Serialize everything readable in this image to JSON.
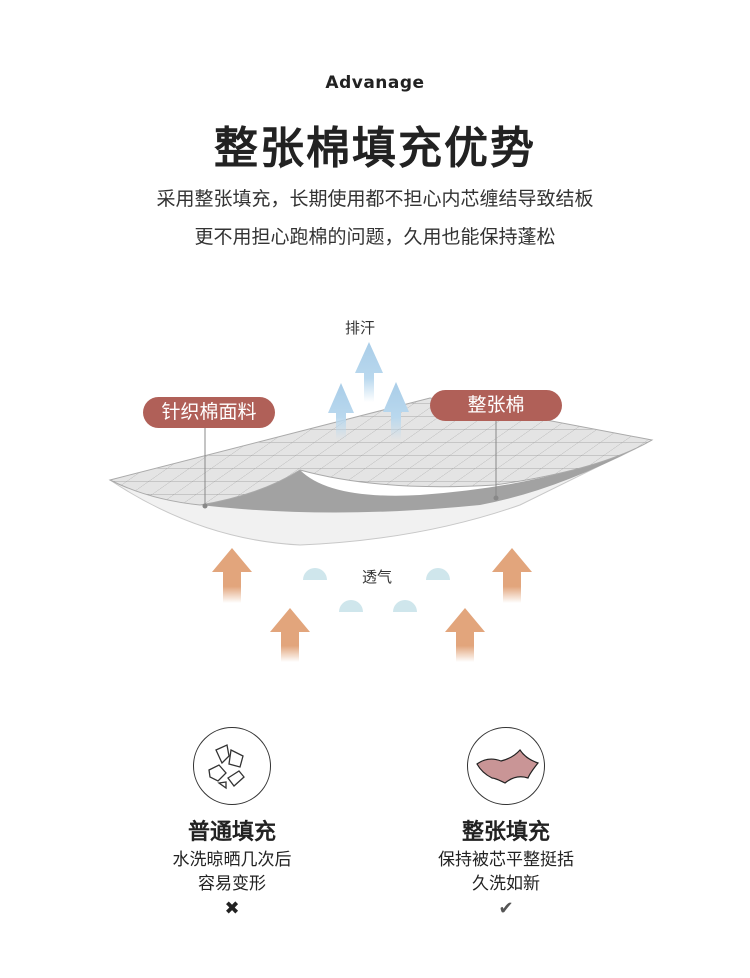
{
  "header": {
    "eyebrow": "Advanage",
    "title": "整张棉填充优势",
    "subtitle_lines": [
      "采用整张填充，长期使用都不担心内芯缠结导致结板",
      "更不用担心跑棉的问题，久用也能保持蓬松"
    ]
  },
  "diagram": {
    "sweat_label": "排汗",
    "breath_label": "透气",
    "fabric_label": "针织棉面料",
    "cotton_label": "整张棉",
    "colors": {
      "pill": "#b06058",
      "warm_arrow": "#e2a57c",
      "cool_arrow": "#a9cde8",
      "bubble": "#cfe6ec"
    }
  },
  "comparison": [
    {
      "icon": "broken-pieces-icon",
      "title": "普通填充",
      "lines": [
        "水洗晾晒几次后",
        "容易变形"
      ],
      "mark": "✖"
    },
    {
      "icon": "whole-sheet-icon",
      "title": "整张填充",
      "lines": [
        "保持被芯平整挺括",
        "久洗如新"
      ],
      "mark": "✔"
    }
  ]
}
